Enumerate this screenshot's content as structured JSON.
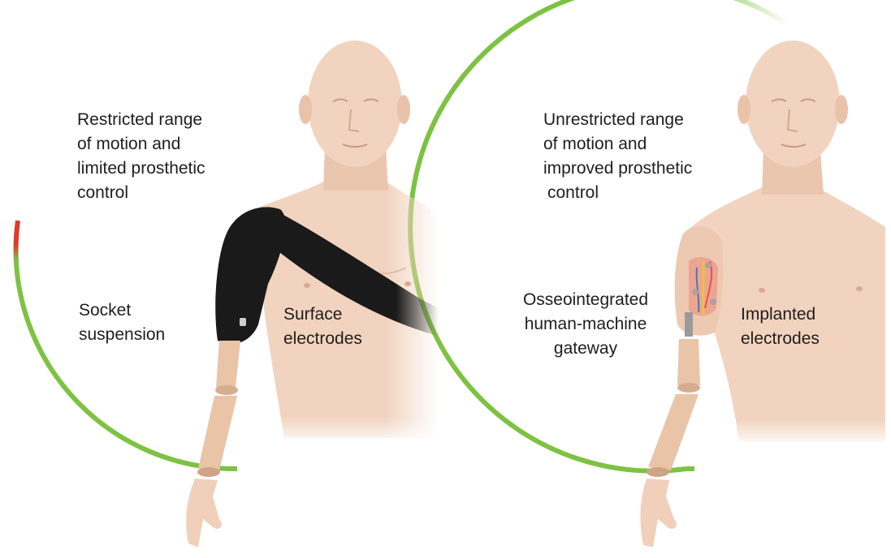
{
  "colors": {
    "arc_green": "#7dc242",
    "arc_red": "#e03a2a",
    "skin": "#f1d3bf",
    "skin_shadow": "#dfb49c",
    "prosthesis": "#e9c4a6",
    "sleeve": "#1a1a1a",
    "text": "#1e1e1e"
  },
  "left_panel": {
    "outcome_lines": [
      "Restricted range",
      "of motion and",
      "limited prosthetic",
      "control"
    ],
    "attachment_lines": [
      "Socket",
      "suspension"
    ],
    "interface_lines": [
      "Surface",
      "electrodes"
    ]
  },
  "right_panel": {
    "outcome_lines": [
      "Unrestricted range",
      "of motion and",
      "improved prosthetic",
      "control"
    ],
    "attachment_lines": [
      "Osseointegrated",
      "human-machine",
      "gateway"
    ],
    "interface_lines": [
      "Implanted",
      "electrodes"
    ]
  }
}
